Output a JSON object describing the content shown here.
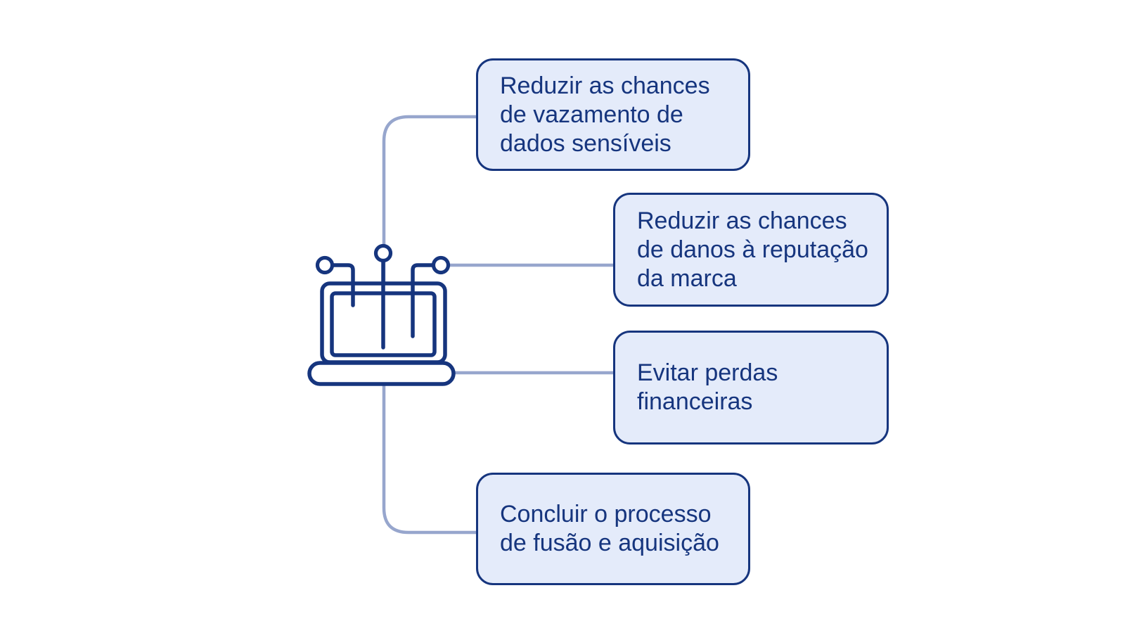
{
  "diagram": {
    "center_icon": "laptop-network",
    "nodes": [
      {
        "id": "node-1",
        "text": "Reduzir as chances\nde vazamento de\ndados sensíveis"
      },
      {
        "id": "node-2",
        "text": "Reduzir as chances\nde danos à reputação\nda marca"
      },
      {
        "id": "node-3",
        "text": "Evitar perdas\nfinanceiras"
      },
      {
        "id": "node-4",
        "text": "Concluir o processo\nde fusão e aquisição"
      }
    ]
  },
  "colors": {
    "navy": "#16357e",
    "node-fill": "#e4ebfa",
    "connector": "#97a6cd",
    "background": "#ffffff"
  }
}
